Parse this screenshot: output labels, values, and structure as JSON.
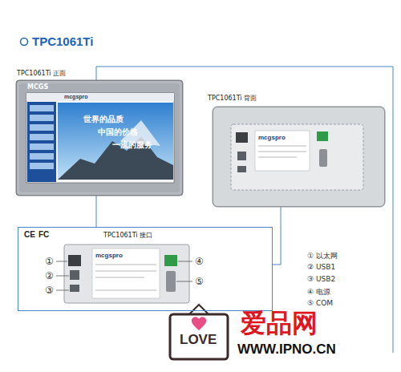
{
  "diagram": {
    "title": "TPC1061Ti",
    "nodes": [
      {
        "text": [
          "TPC1061Ti 正面"
        ]
      },
      {
        "text": [
          "TPC1061Ti 背面"
        ]
      },
      {
        "text": [
          "TPC1061Ti 接口"
        ]
      }
    ],
    "edges": [
      {
        "from": 0,
        "to": 2,
        "arrow": "none"
      },
      {
        "from": 1,
        "to": 2,
        "arrow": "none"
      }
    ],
    "labels": [
      "MCGS",
      "mcgspro",
      "世界的品质",
      "中国的价格",
      "一流的服务",
      "mcgspro",
      "CE",
      "FC",
      "mcgspro",
      "①",
      "②",
      "③",
      "④",
      "⑤",
      "① 以太网",
      "② USB1",
      "③ USB2",
      "④ 电源",
      "⑤ COM",
      "LOVE",
      "爱品网",
      "WWW.IPNO.CN"
    ]
  }
}
